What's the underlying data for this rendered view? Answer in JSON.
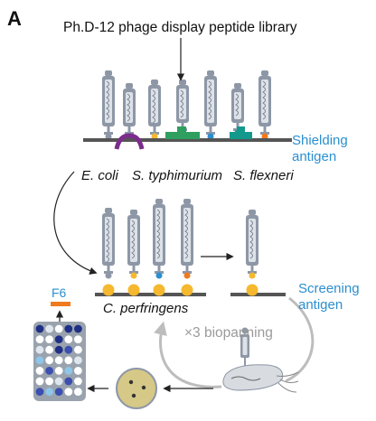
{
  "panel_label": "A",
  "library_title": "Ph.D-12 phage display peptide library",
  "shielding_antigen": [
    "Shielding",
    "antigen"
  ],
  "species": [
    "E. coli",
    "S. typhimurium",
    "S. flexneri"
  ],
  "screening_bacterium": "C. perfringens",
  "screening_antigen": [
    "Screening",
    "antigen"
  ],
  "biopanning_label": "×3 biopanning",
  "clone_label": "F6",
  "colors": {
    "phage_body": "#8d97a6",
    "phage_light": "#dde2e8",
    "membrane": "#555555",
    "antigen_yellow": "#f5b82e",
    "purple": "#7b2d8b",
    "green": "#2e9f5f",
    "teal": "#13998c",
    "blue_label": "#2b8fcf",
    "orange": "#f07a1d",
    "arrow_gray": "#bdbdbd",
    "plate_bg": "#d6c887",
    "well_plate": "#9aa3ad"
  }
}
